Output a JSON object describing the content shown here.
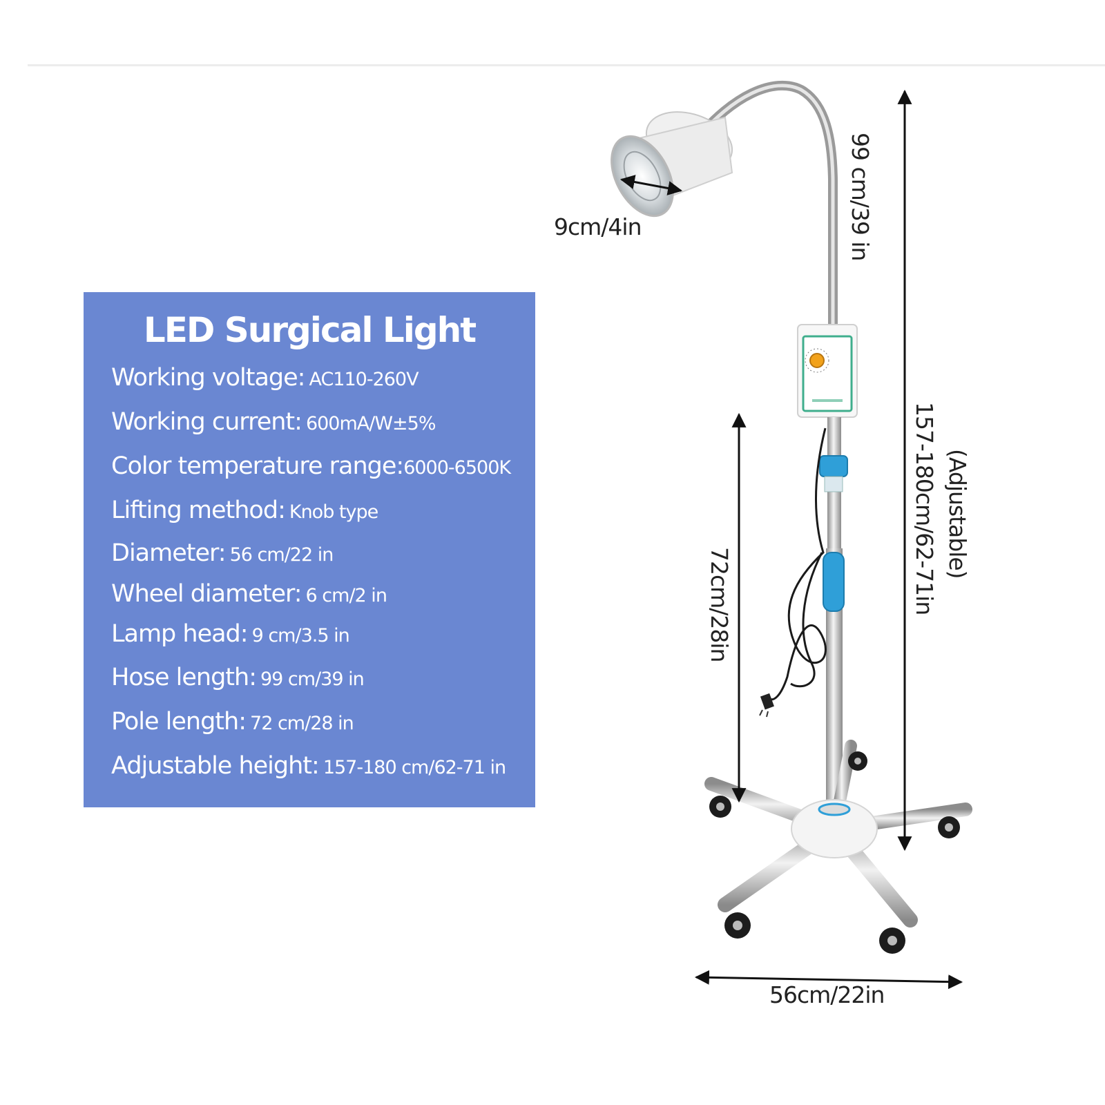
{
  "product": {
    "title": "LED Surgical Light"
  },
  "specs": [
    {
      "label": "Working voltage:",
      "value": "AC110-260V"
    },
    {
      "label": "Working current:",
      "value": "600mA/W±5%"
    },
    {
      "label": "Color temperature range:",
      "value": "6000-6500K"
    },
    {
      "label": "Lifting method:",
      "value": "Knob type"
    },
    {
      "label": "Diameter:",
      "value": "56 cm/22 in"
    },
    {
      "label": "Wheel diameter:",
      "value": "6 cm/2 in"
    },
    {
      "label": "Lamp head:",
      "value": "9 cm/3.5 in"
    },
    {
      "label": "Hose length:",
      "value": "99 cm/39 in"
    },
    {
      "label": "Pole length:",
      "value": "72 cm/28 in"
    },
    {
      "label": "Adjustable height:",
      "value": "157-180 cm/62-71 in"
    }
  ],
  "dimensions": {
    "lamp_head": "9cm/4in",
    "hose": "99 cm/39 in",
    "pole": "72cm/28in",
    "total_height": "157-180cm/62-71in",
    "adjustable_note": "(Adjustable)",
    "base": "56cm/22in"
  },
  "colors": {
    "panel": "#6a87d2",
    "panel_text": "#ffffff",
    "dimension_text": "#222222",
    "accent_blue": "#2f9fd8",
    "knob_orange": "#f2a21b"
  }
}
